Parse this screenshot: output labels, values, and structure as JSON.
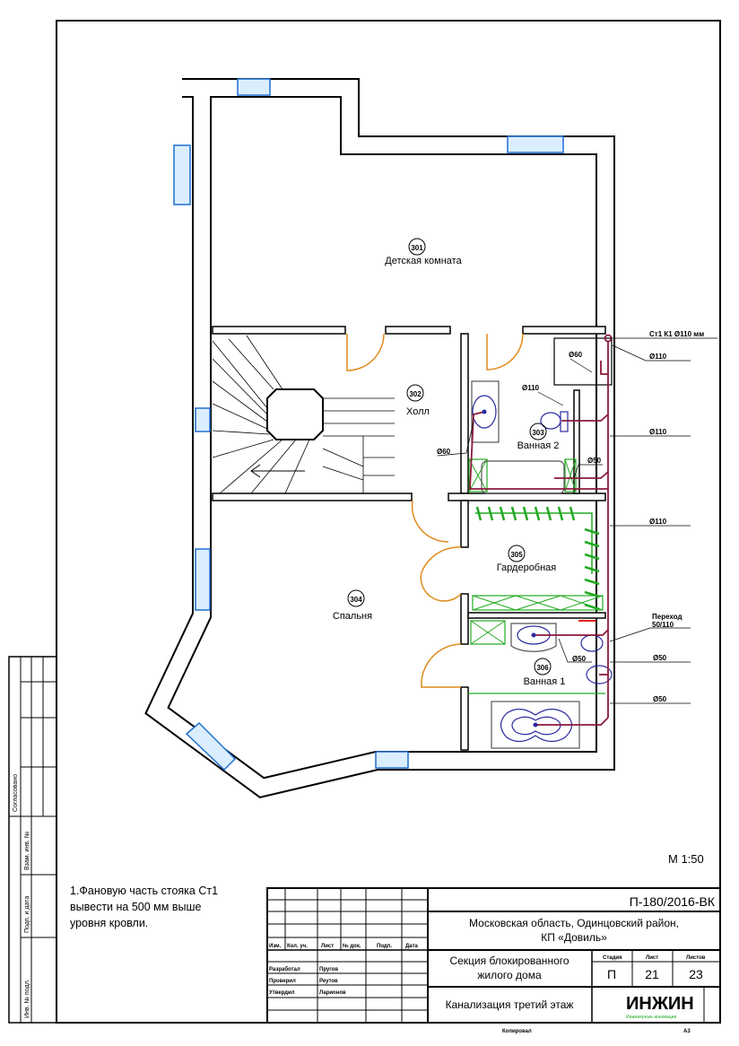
{
  "drawing": {
    "rooms": [
      {
        "number": "301",
        "name": "Детская комната"
      },
      {
        "number": "302",
        "name": "Холл"
      },
      {
        "number": "303",
        "name": "Ванная 2"
      },
      {
        "number": "304",
        "name": "Спальня"
      },
      {
        "number": "305",
        "name": "Гардеробная"
      },
      {
        "number": "306",
        "name": "Ванная 1"
      }
    ],
    "pipe_labels": {
      "riser": "Ст1 К1 Ø110 мм",
      "d110_a": "Ø110",
      "d110_b": "Ø110",
      "d110_c": "Ø110",
      "d110_wc2": "Ø110",
      "d50_tub2": "Ø50",
      "d60_shower": "Ø60",
      "d60_sink2": "Ø60",
      "transition_1": "Переход",
      "transition_2": "50/110",
      "d50_sink1": "Ø50",
      "d50_right": "Ø50",
      "d50_bottom": "Ø50"
    },
    "scale": "М 1:50",
    "note": [
      "1.Фановую часть стояка Ст1",
      "вывести на 500 мм выше",
      "уровня кровли."
    ],
    "colors": {
      "pipe": "#8b1a3a",
      "window": "#1e6fd0",
      "furniture": "#22aa22",
      "door": "#e08a1a",
      "fixture": "#2a2aa0"
    }
  },
  "title_block": {
    "code": "П-180/2016-ВК",
    "location_1": "Московская область, Одинцовский район,",
    "location_2": "КП «Довиль»",
    "object_1": "Секция блокированного",
    "object_2": "жилого дома",
    "sheet_title": "Канализация третий этаж",
    "stage_label": "Стадия",
    "sheet_label": "Лист",
    "sheets_label": "Листов",
    "stage": "П",
    "sheet": "21",
    "sheets": "23",
    "columns": [
      "Изм.",
      "Кол. уч.",
      "Лист",
      "№ док.",
      "Подп.",
      "Дата"
    ],
    "roles": [
      {
        "role": "Разработал",
        "name": "Пругов"
      },
      {
        "role": "Проверил",
        "name": "Реутов"
      },
      {
        "role": "Утвердил",
        "name": "Ларионов"
      }
    ],
    "logo": "ИНЖИН",
    "logo_sub": "Инженерные инновации",
    "copied": "Копировал",
    "format": "А3"
  },
  "side_stamp": {
    "agreed": "Согласовано",
    "inv_replace": "Взам. инв. №",
    "sign_date": "Подп. и дата",
    "inv_orig": "Инв. № подл."
  }
}
